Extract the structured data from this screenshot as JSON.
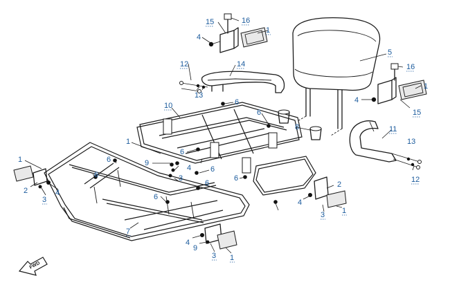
{
  "diagram": {
    "callouts": [
      {
        "label": "1"
      },
      {
        "label": "16"
      },
      {
        "label": "15"
      },
      {
        "label": "4"
      },
      {
        "label": "5"
      },
      {
        "label": "16"
      },
      {
        "label": "12"
      },
      {
        "label": "14"
      },
      {
        "label": "13"
      },
      {
        "label": "1"
      },
      {
        "label": "4"
      },
      {
        "label": "6"
      },
      {
        "label": "10"
      },
      {
        "label": "15"
      },
      {
        "label": "6"
      },
      {
        "label": "8"
      },
      {
        "label": "11"
      },
      {
        "label": "1"
      },
      {
        "label": "6"
      },
      {
        "label": "9"
      },
      {
        "label": "13"
      },
      {
        "label": "4"
      },
      {
        "label": "6"
      },
      {
        "label": "3"
      },
      {
        "label": "1"
      },
      {
        "label": "6"
      },
      {
        "label": "12"
      },
      {
        "label": "6"
      },
      {
        "label": "2"
      },
      {
        "label": "4"
      },
      {
        "label": "6"
      },
      {
        "label": "3"
      },
      {
        "label": "4"
      },
      {
        "label": "2"
      },
      {
        "label": "6"
      },
      {
        "label": "3"
      },
      {
        "label": "1"
      },
      {
        "label": "7"
      },
      {
        "label": "6"
      },
      {
        "label": "4"
      },
      {
        "label": "9"
      },
      {
        "label": "3"
      },
      {
        "label": "1"
      }
    ],
    "fwd_label": "FWD"
  }
}
